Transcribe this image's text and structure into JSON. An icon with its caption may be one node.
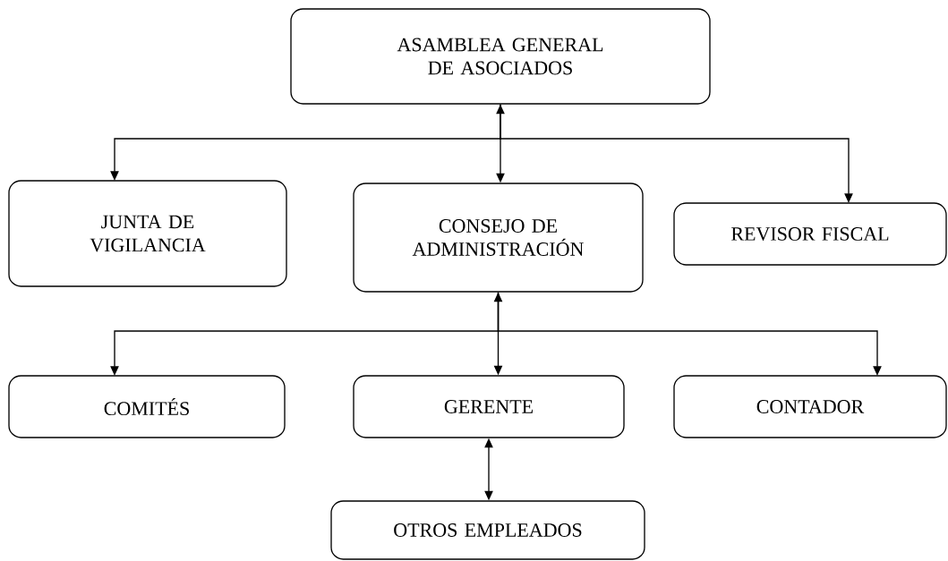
{
  "diagram": {
    "nodes": [
      {
        "text": [
          "ASAMBLEA GENERAL DE ASOCIADOS"
        ]
      },
      {
        "text": [
          "JUNTA DE VIGILANCIA"
        ]
      },
      {
        "text": [
          "CONSEJO DE ADMINISTRACIÓN"
        ]
      },
      {
        "text": [
          "REVISOR FISCAL"
        ]
      },
      {
        "text": [
          "COMITÉS"
        ]
      },
      {
        "text": [
          "GERENTE"
        ]
      },
      {
        "text": [
          "CONTADOR"
        ]
      },
      {
        "text": [
          "OTROS EMPLEADOS"
        ]
      }
    ],
    "edges": [
      {
        "from": 0,
        "to": 1,
        "arrow": "to"
      },
      {
        "from": 0,
        "to": 2,
        "arrow": "both"
      },
      {
        "from": 0,
        "to": 3,
        "arrow": "to"
      },
      {
        "from": 2,
        "to": 4,
        "arrow": "to"
      },
      {
        "from": 2,
        "to": 5,
        "arrow": "both"
      },
      {
        "from": 2,
        "to": 6,
        "arrow": "to"
      },
      {
        "from": 5,
        "to": 7,
        "arrow": "both"
      }
    ]
  }
}
